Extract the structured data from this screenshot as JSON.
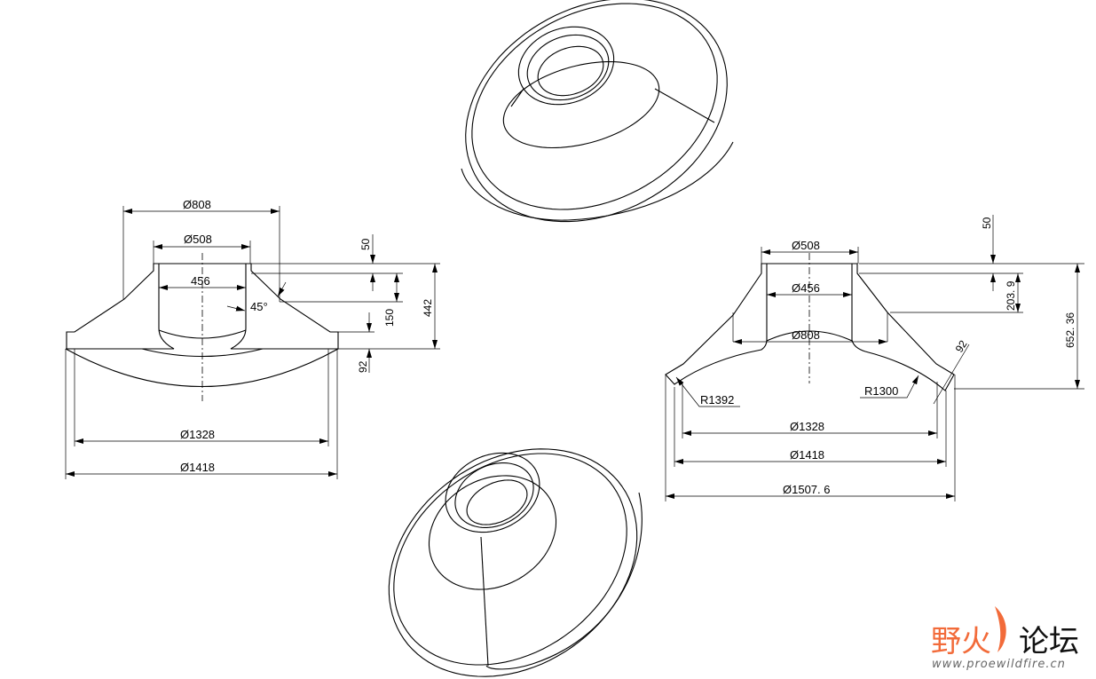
{
  "left_view": {
    "dims": {
      "d808": "Ø808",
      "d508": "Ø508",
      "d456": "456",
      "angle": "45°",
      "h50": "50",
      "h150": "150",
      "h442": "442",
      "h92": "92",
      "d1328": "Ø1328",
      "d1418": "Ø1418"
    }
  },
  "right_view": {
    "dims": {
      "d508": "Ø508",
      "d456": "Ø456",
      "d808": "Ø808",
      "h50": "50",
      "h203": "203. 9",
      "h652": "652. 36",
      "t92": "92",
      "r1392": "R1392",
      "r1300": "R1300",
      "d1328": "Ø1328",
      "d1418": "Ø1418",
      "d1507": "Ø1507. 6"
    }
  },
  "watermark": {
    "cn_part1": "野火",
    "cn_part2": "论坛",
    "url": "www.proewildfire.cn",
    "accent": "#f26b3a"
  }
}
